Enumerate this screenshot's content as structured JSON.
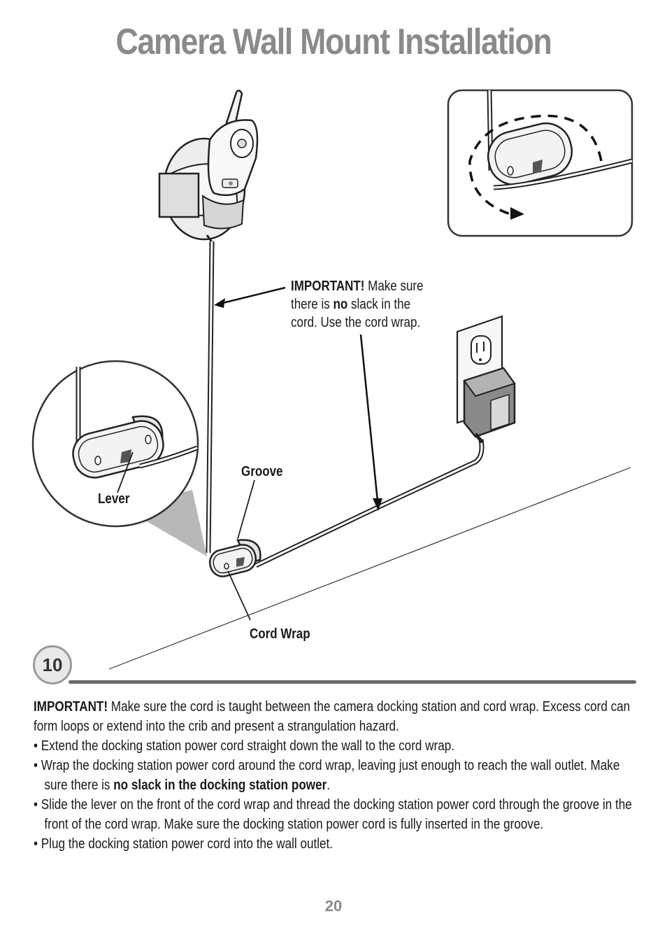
{
  "title": "Camera Wall Mount Installation",
  "callouts": {
    "important_head": "IMPORTANT!",
    "important_line1_rest": " Make sure",
    "important_line2_a": "there is ",
    "important_line2_bold": "no",
    "important_line2_b": " slack in the",
    "important_line3": "cord. Use the cord wrap.",
    "groove": "Groove",
    "lever": "Lever",
    "cord_wrap": "Cord Wrap"
  },
  "step": {
    "number": "10"
  },
  "instructions": {
    "intro_bold": "IMPORTANT!",
    "intro_text": " Make sure the cord is taught between the camera docking station and cord wrap. Excess cord can form loops or extend into the crib and present a strangulation hazard.",
    "bullet1": "• Extend the docking station power cord straight down the wall to the cord wrap.",
    "bullet2_a": "• Wrap the docking station power cord around the cord wrap, leaving just enough to reach the wall outlet. Make sure there is ",
    "bullet2_bold": "no slack in the docking station power",
    "bullet2_end": ".",
    "bullet3": "• Slide the lever on the front of the cord wrap and thread the docking station power cord through the groove in the front of the cord wrap. Make sure the docking station power cord is fully inserted in the groove.",
    "bullet4": "• Plug the docking station power cord into the wall outlet."
  },
  "page_number": "20",
  "colors": {
    "title": "#8a8a8a",
    "rule": "#6a6a6a",
    "badge_fill": "#e9e9e9"
  }
}
